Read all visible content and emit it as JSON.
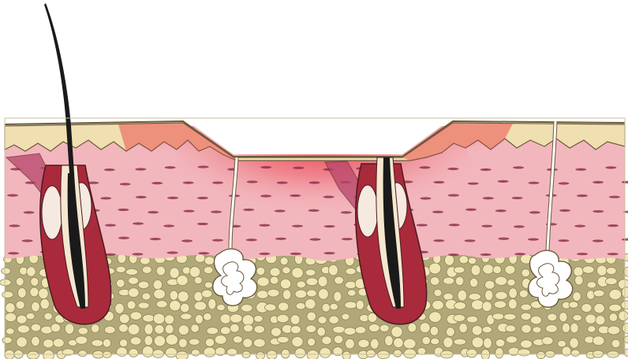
{
  "diagram": {
    "subject": "skin-cross-section-with-surface-depression",
    "colors": {
      "background": "#ffffff",
      "outline": "#6b5a3c",
      "epidermis": "#f0dfb0",
      "dermis": "#f2b7bd",
      "dermis_inflamed": "#e6283a",
      "dermal_cells": "#8a2a4a",
      "fat_fill": "#f1e6b3",
      "fat_bg": "#b0a878",
      "follicle_outer": "#a92a3a",
      "follicle_inner": "#f5e7cf",
      "hair": "#1a1a1a",
      "sebaceous": "#f6e9e0",
      "sweat_gland": "#ffffff"
    },
    "parts": [
      {
        "name": "epidermis",
        "icon": "layer"
      },
      {
        "name": "dermis",
        "icon": "layer"
      },
      {
        "name": "subcutaneous-fat",
        "icon": "layer"
      },
      {
        "name": "surface-depression",
        "icon": "indentation"
      },
      {
        "name": "inflamed-area",
        "icon": "redness"
      },
      {
        "name": "hair-follicle-left",
        "icon": "follicle"
      },
      {
        "name": "hair-follicle-center",
        "icon": "follicle"
      },
      {
        "name": "sweat-gland-left",
        "icon": "coil"
      },
      {
        "name": "sweat-gland-right",
        "icon": "coil"
      },
      {
        "name": "hair-shaft",
        "icon": "hair"
      }
    ]
  }
}
